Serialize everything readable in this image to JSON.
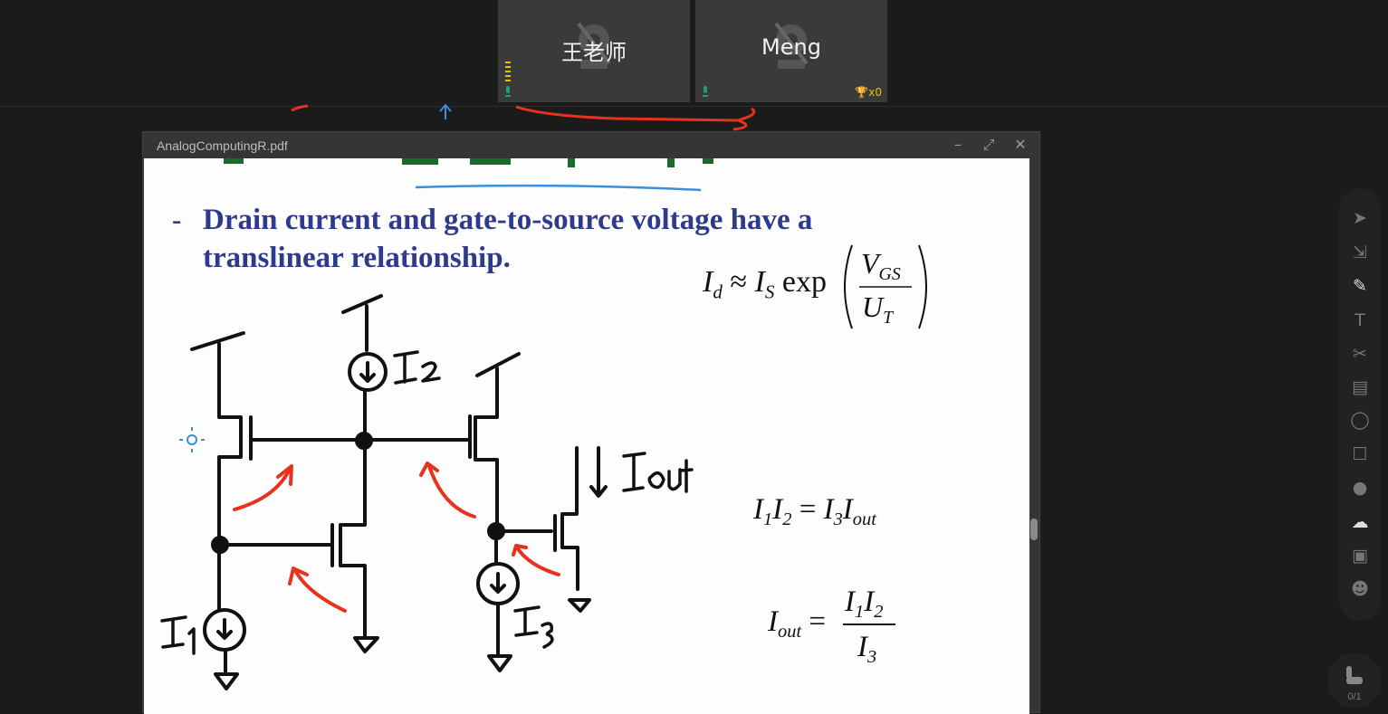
{
  "participants": [
    {
      "name": "王老师",
      "camera_icon": "camera-off-icon",
      "mic_icon": "mic-icon",
      "speaking": true
    },
    {
      "name": "Meng",
      "camera_icon": "camera-off-icon",
      "mic_icon": "mic-icon",
      "trophy_count": "x0"
    }
  ],
  "pdf_window": {
    "title": "AnalogComputingR.pdf",
    "controls": [
      "minimize",
      "maximize",
      "close"
    ]
  },
  "slide": {
    "bullet_mark": "-",
    "bullet_line1": "Drain current and gate-to-source voltage have a",
    "bullet_line2": "translinear relationship.",
    "equation_exp": {
      "lhs": "I",
      "lhs_sub": "d",
      "approx": "≈",
      "is": "I",
      "is_sub": "S",
      "exp": "exp",
      "num": "V",
      "num_sub": "GS",
      "den": "U",
      "den_sub": "T"
    },
    "equation_product": {
      "a": "I",
      "a_sub": "1",
      "b": "I",
      "b_sub": "2",
      "eq": "=",
      "c": "I",
      "c_sub": "3",
      "d": "I",
      "d_sub": "out"
    },
    "equation_iout": {
      "lhs": "I",
      "lhs_sub": "out",
      "eq": "=",
      "n1": "I",
      "n1_sub": "1",
      "n2": "I",
      "n2_sub": "2",
      "den": "I",
      "den_sub": "3"
    },
    "circuit_labels": {
      "i1": "I",
      "i1_sub": "1",
      "i2": "I",
      "i2_sub": "2",
      "i3": "I",
      "i3_sub": "3",
      "iout": "Iout"
    }
  },
  "toolbar": {
    "items": [
      "select-icon",
      "laser-pointer-icon",
      "pen-icon",
      "text-icon",
      "scissors-icon",
      "trash-icon",
      "shape-icon",
      "edit-icon",
      "chat-icon",
      "cloud-icon",
      "toolbox-icon",
      "users-icon"
    ],
    "raise_hand_count": "0/1"
  },
  "colors": {
    "slide_text": "#2e3a8c",
    "annotation_red": "#e8321e",
    "annotation_blue": "#3a8fd8",
    "background": "#1b1b1b"
  }
}
